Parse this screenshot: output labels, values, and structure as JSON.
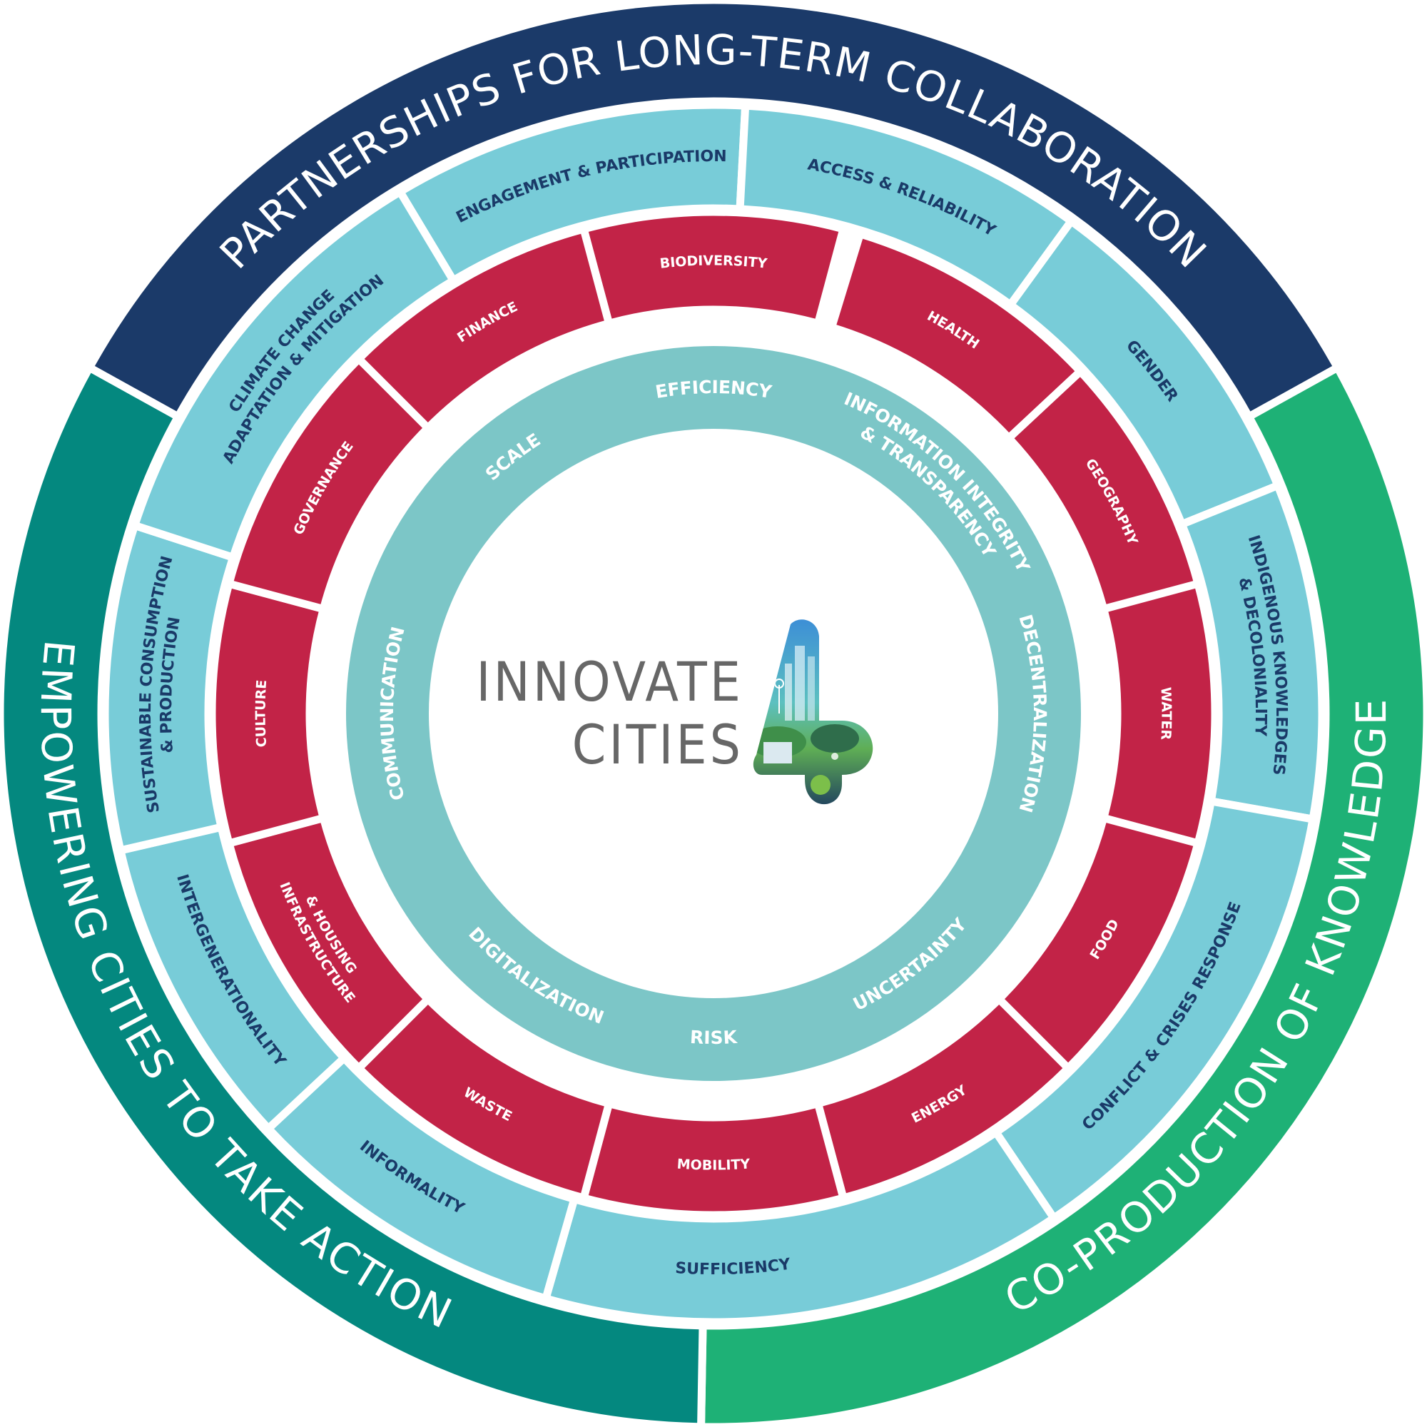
{
  "colors": {
    "outer_top": "#1b3a69",
    "outer_left": "#04887f",
    "outer_right": "#1eb176",
    "light_ring": "#78ccd8",
    "red_ring": "#c22347",
    "teal_ring": "#7cc6c7",
    "light_text": "#1a3a68",
    "logo_text": "#676767"
  },
  "outer_ring": [
    {
      "label": "PARTNERSHIPS FOR LONG-TERM COLLABORATION",
      "color": "outer_top"
    },
    {
      "label": "CO-PRODUCTION OF KNOWLEDGE",
      "color": "outer_right"
    },
    {
      "label": "EMPOWERING CITIES TO TAKE ACTION",
      "color": "outer_left"
    }
  ],
  "light_ring": [
    {
      "lines": [
        "ENGAGEMENT &  PARTICIPATION"
      ]
    },
    {
      "lines": [
        "ACCESS & RELIABILITY"
      ]
    },
    {
      "lines": [
        "GENDER"
      ]
    },
    {
      "lines": [
        "INDIGENOUS KNOWLEDGES",
        "& DECOLONIALITY"
      ]
    },
    {
      "lines": [
        "CONFLICT & CRISES RESPONSE"
      ]
    },
    {
      "lines": [
        "SUFFICIENCY"
      ]
    },
    {
      "lines": [
        "INFORMALITY"
      ]
    },
    {
      "lines": [
        "INTERGENERATIONALITY"
      ]
    },
    {
      "lines": [
        "SUSTAINABLE CONSUMPTION",
        "& PRODUCTION"
      ]
    },
    {
      "lines": [
        "CLIMATE CHANGE",
        "ADAPTATION & MITIGATION"
      ]
    }
  ],
  "red_ring": [
    {
      "lines": [
        "BIODIVERSITY"
      ]
    },
    {
      "lines": [
        "HEALTH"
      ]
    },
    {
      "lines": [
        "GEOGRAPHY"
      ]
    },
    {
      "lines": [
        "WATER"
      ]
    },
    {
      "lines": [
        "FOOD"
      ]
    },
    {
      "lines": [
        "ENERGY"
      ]
    },
    {
      "lines": [
        "MOBILITY"
      ]
    },
    {
      "lines": [
        "WASTE"
      ]
    },
    {
      "lines": [
        "INFRASTRUCTURE",
        "& HOUSING"
      ]
    },
    {
      "lines": [
        "CULTURE"
      ]
    },
    {
      "lines": [
        "GOVERNANCE"
      ]
    },
    {
      "lines": [
        "FINANCE"
      ]
    }
  ],
  "teal_ring": [
    {
      "lines": [
        "EFFICIENCY"
      ]
    },
    {
      "lines": [
        "INFORMATION INTEGRITY",
        "& TRANSPARENCY"
      ]
    },
    {
      "lines": [
        "DECENTRALIZATION"
      ]
    },
    {
      "lines": [
        "UNCERTAINTY"
      ]
    },
    {
      "lines": [
        "RISK"
      ]
    },
    {
      "lines": [
        "DIGITALIZATION"
      ]
    },
    {
      "lines": [
        "COMMUNICATION"
      ]
    },
    {
      "lines": [
        "SCALE"
      ]
    }
  ],
  "logo": {
    "line1": "INNOVATE",
    "line2": "CITIES",
    "mark_icon": "city-four-icon"
  }
}
